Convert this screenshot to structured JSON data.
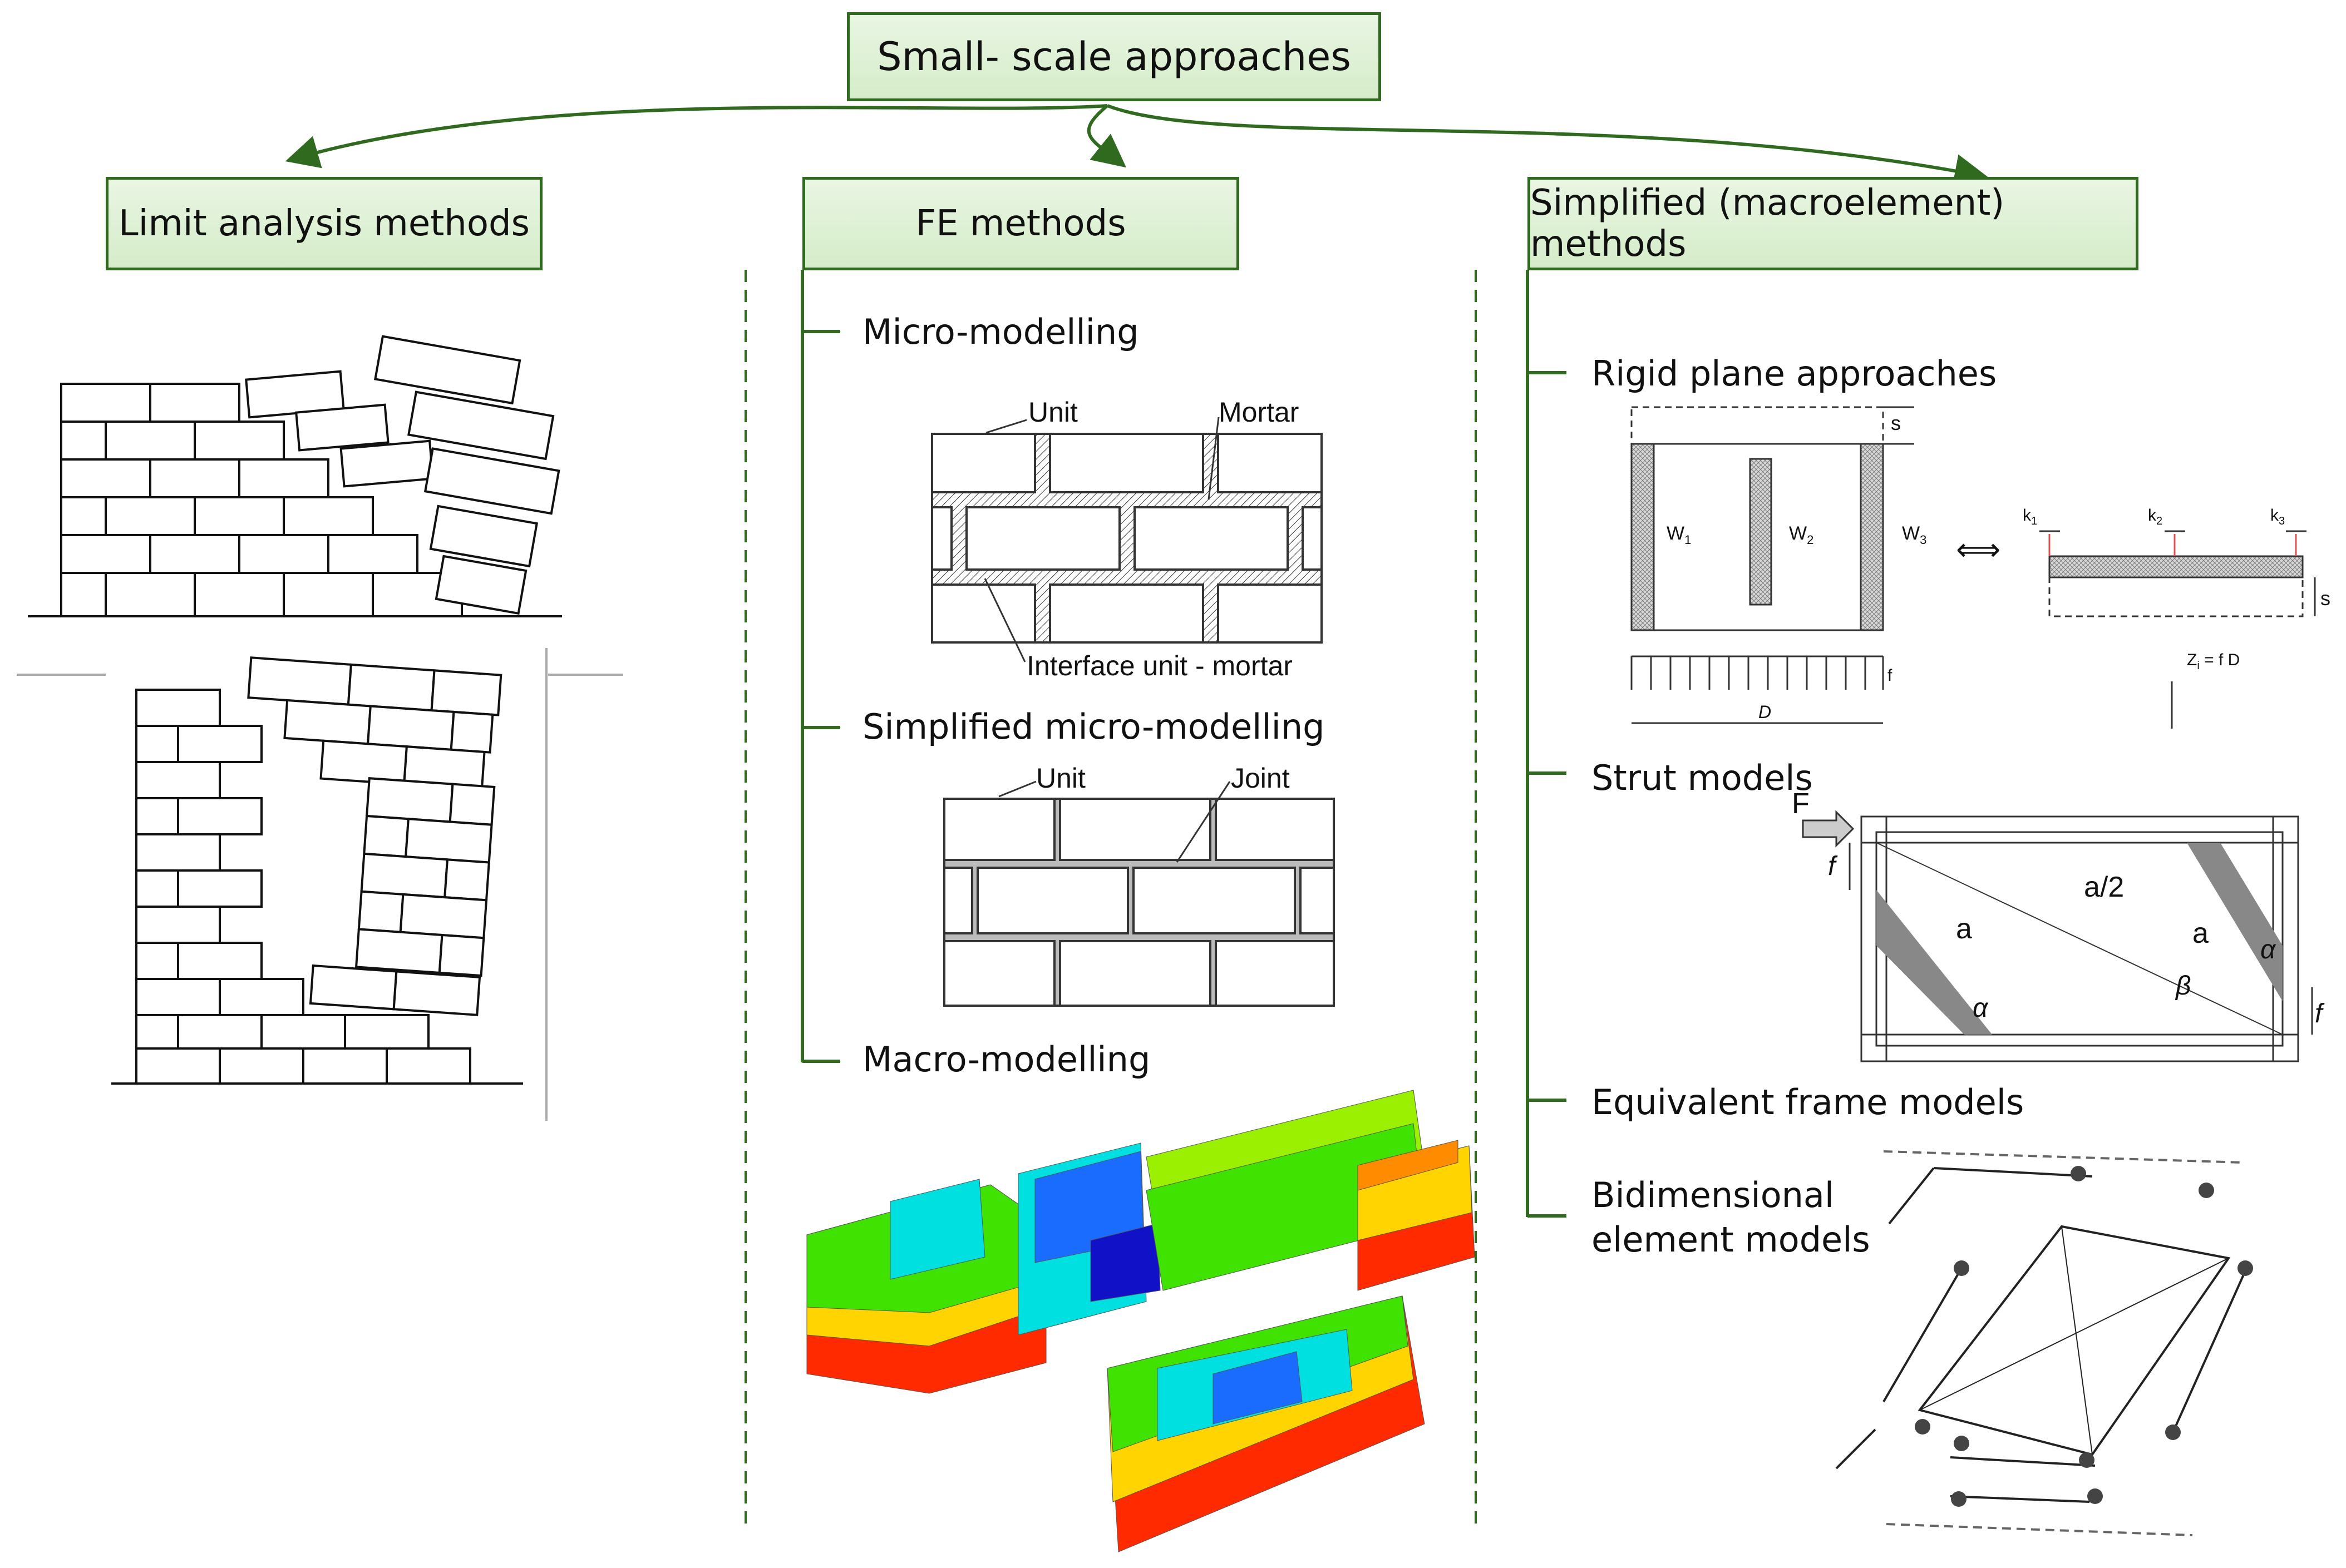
{
  "title": "Small- scale approaches",
  "categories": {
    "limit": {
      "label": "Limit analysis methods"
    },
    "fe": {
      "label": "FE methods",
      "items": [
        "Micro-modelling",
        "Simplified micro-modelling",
        "Macro-modelling"
      ],
      "micro_labels": {
        "unit": "Unit",
        "mortar": "Mortar",
        "interface": "Interface unit - mortar"
      },
      "simplified_labels": {
        "unit": "Unit",
        "joint": "Joint"
      }
    },
    "macro": {
      "label": "Simplified (macroelement) methods",
      "items": [
        "Rigid plane approaches",
        "Strut models",
        "Equivalent frame models",
        "Bidimensional",
        "element models"
      ],
      "rigid_labels": {
        "s": "s",
        "w1": "W",
        "w2": "W",
        "w3": "W",
        "w1_sub": "1",
        "w2_sub": "2",
        "w3_sub": "3",
        "f": "f",
        "d": "D",
        "k1": "k",
        "k2": "k",
        "k3": "k",
        "k1_sub": "1",
        "k2_sub": "2",
        "k3_sub": "3",
        "z": "Z",
        "z_sub": "i",
        "z_eq": " = f D",
        "arrow": "⟺"
      },
      "strut_labels": {
        "F": "F",
        "f": "f",
        "a": "a",
        "a_half": "a/2",
        "alpha": "α",
        "beta": "β"
      }
    }
  },
  "colors": {
    "box_border": "#2f6a1f",
    "box_fill": "#dcefd2",
    "connector": "#2f6a1f",
    "divider": "#2f6a1f"
  },
  "icons": [
    "brick-wall-collapse-drawing",
    "brick-wall-opening-drawing",
    "fe-building-contour-model",
    "equivalent-frame-spring-model"
  ]
}
